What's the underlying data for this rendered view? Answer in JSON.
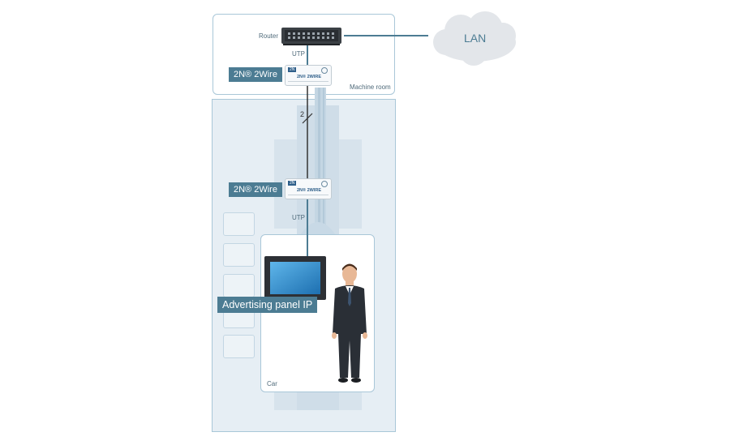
{
  "labels": {
    "router": "Router",
    "lan": "LAN",
    "utp_top": "UTP",
    "utp_bottom": "UTP",
    "machine_room": "Machine room",
    "wire_count": "2",
    "car": "Car"
  },
  "tags": {
    "twowire_top": "2N® 2Wire",
    "twowire_bottom": "2N® 2Wire",
    "advertising_panel": "Advertising panel IP"
  },
  "device": {
    "logo": "2N",
    "brand": "2N® 2WIRE"
  },
  "colors": {
    "line": "#4c7c93",
    "tag_bg": "#4c7c93",
    "shaft_bg": "#e6eef4",
    "border": "#a9c7d8"
  }
}
